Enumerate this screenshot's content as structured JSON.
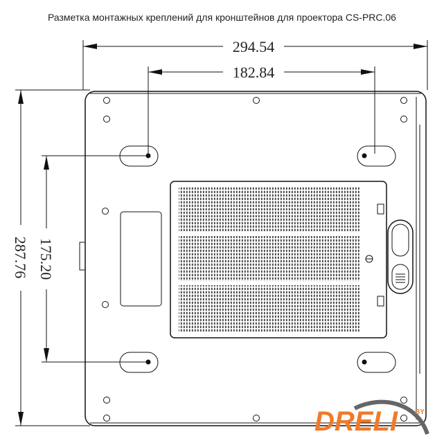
{
  "title": "Разметка монтажных креплений для кронштейнов для проектора CS-PRC.06",
  "dimensions": {
    "overall_width": "294.54",
    "hole_spacing_horizontal": "182.84",
    "overall_depth": "287.76",
    "hole_spacing_vertical": "175.20"
  },
  "logo": {
    "text": "DRELI",
    "by": "BY",
    "color": "#f07a2a"
  }
}
